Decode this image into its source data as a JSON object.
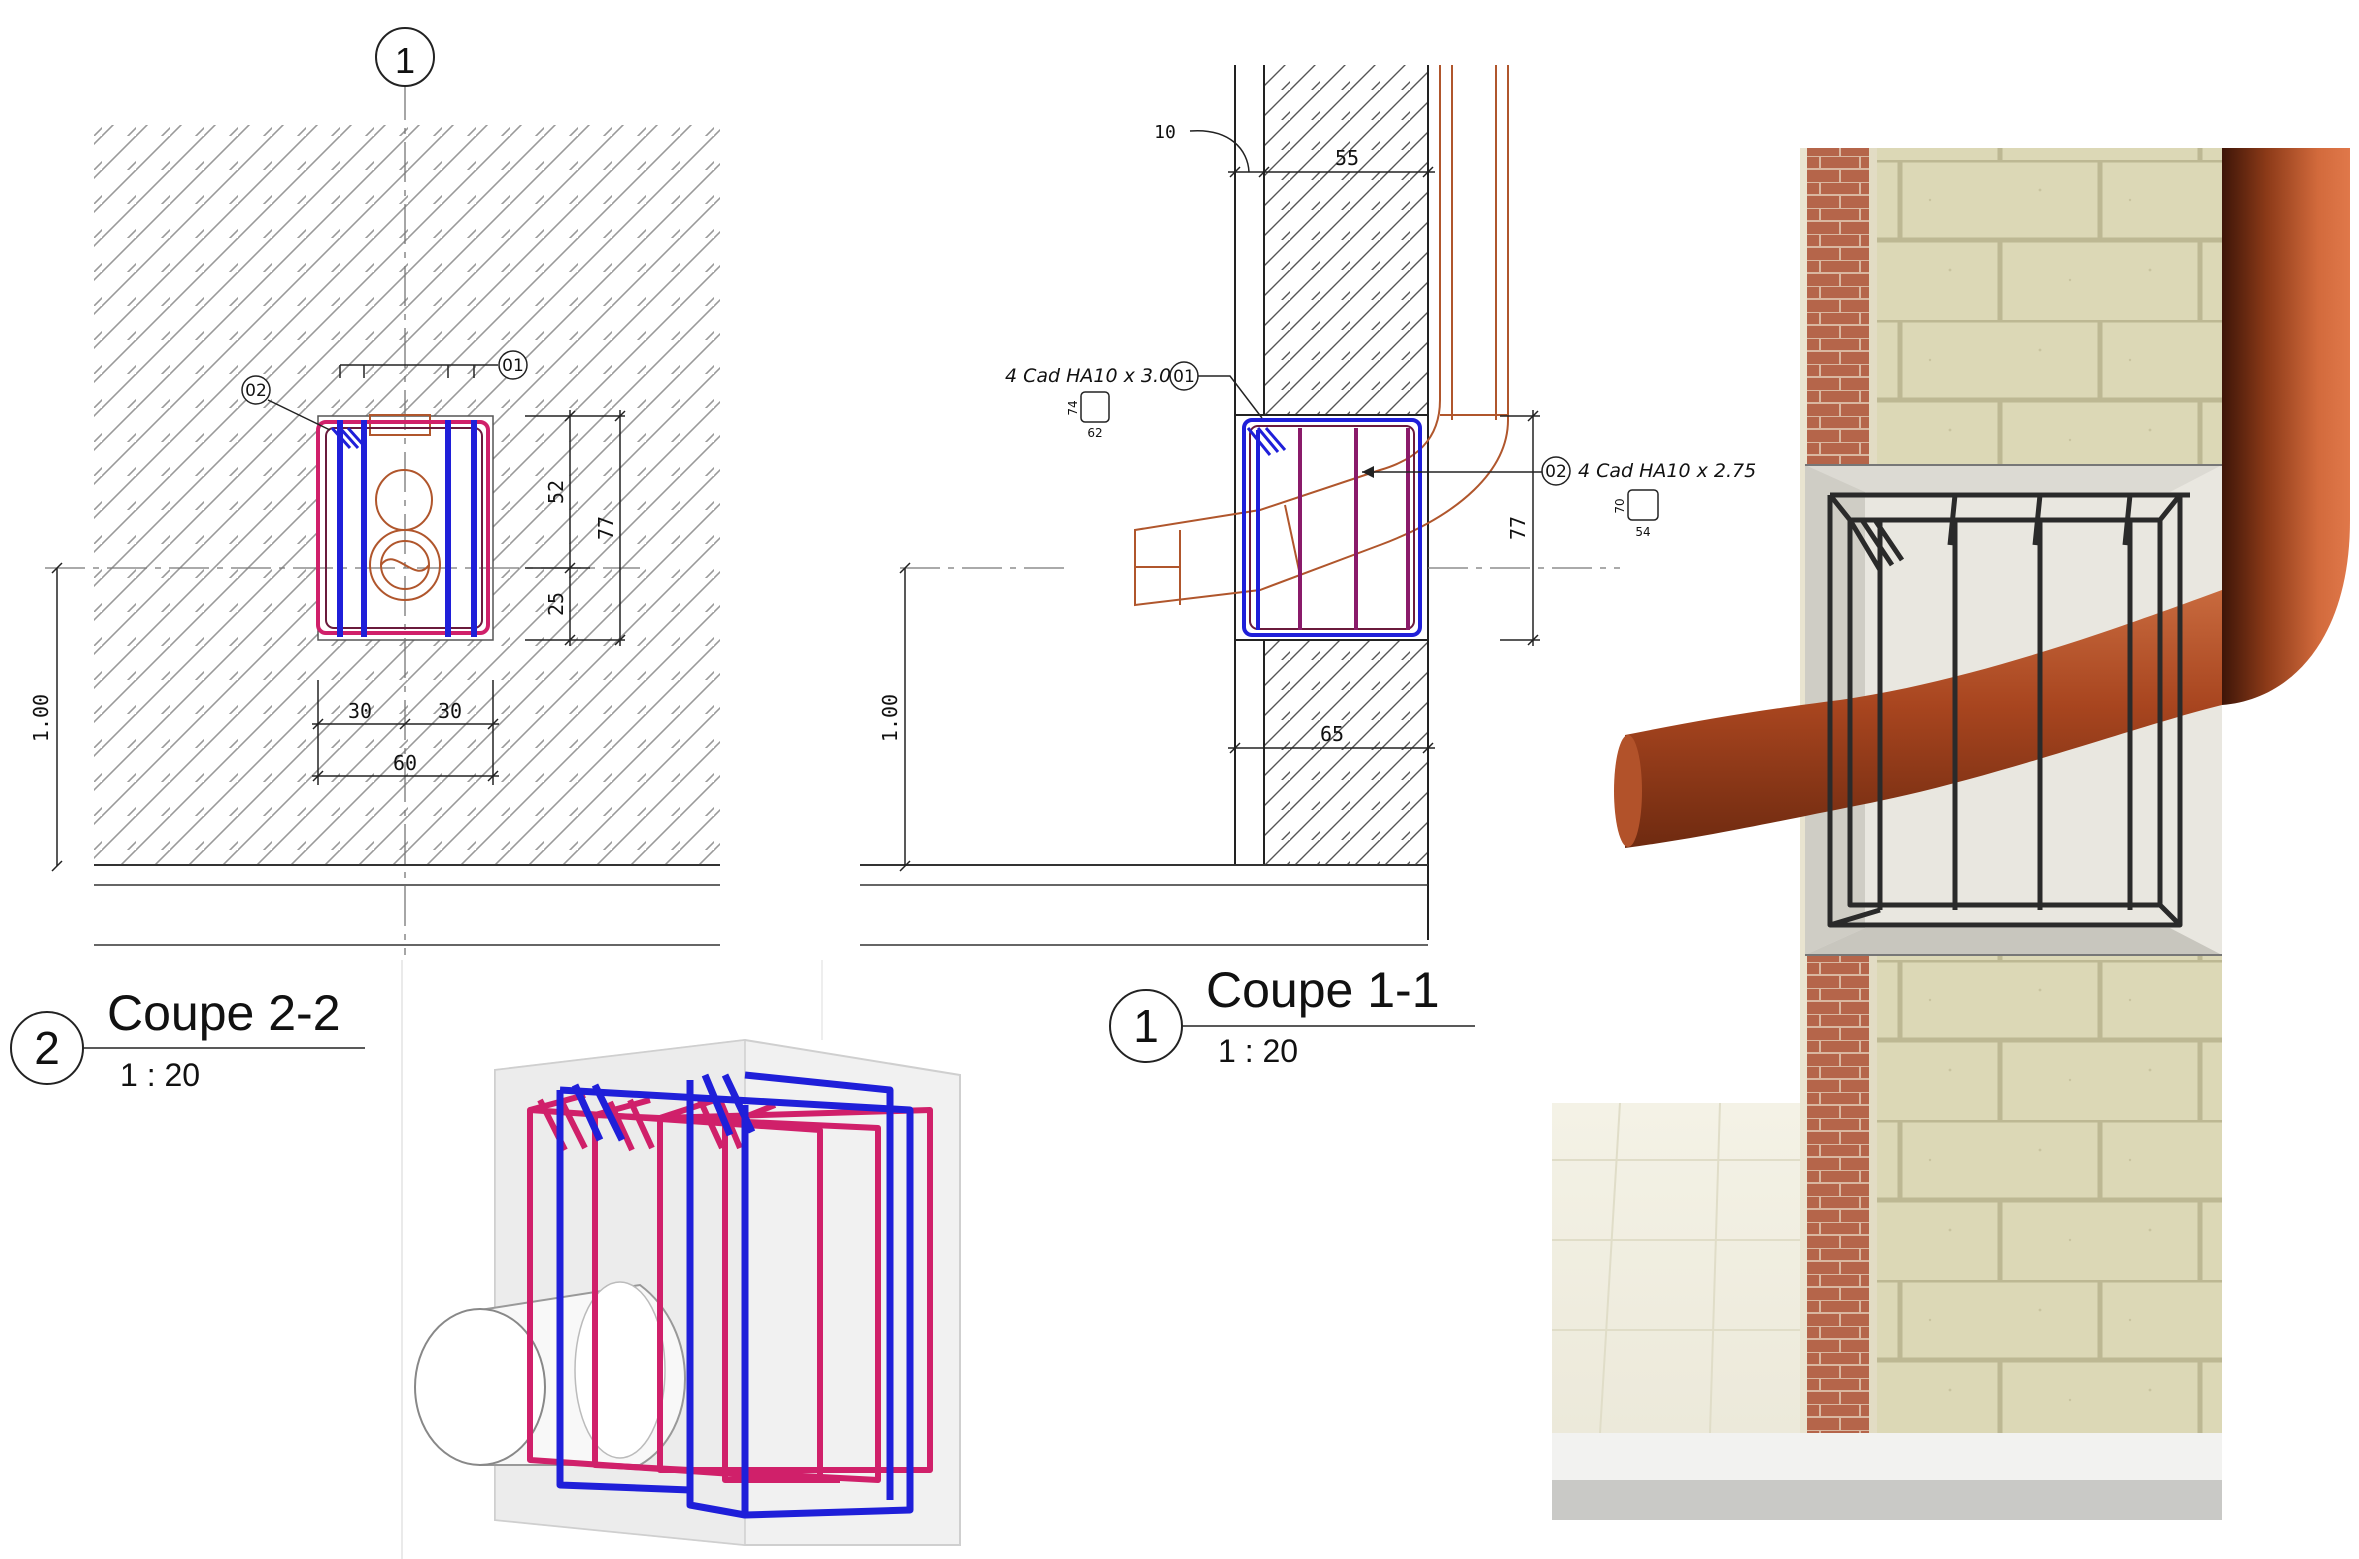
{
  "colors": {
    "stirrup_blue": "#1f1fd9",
    "stirrup_pink": "#d0206a",
    "pipe_outline": "#b0562c",
    "pipe_render": "#a8451f",
    "rebar_render": "#2a2a2a",
    "hatch": "#9a9a9a",
    "block_wall": "#ddd9b8",
    "brick": "#b86848"
  },
  "gridline_marker": "1",
  "section_2_2": {
    "title": "Coupe 2-2",
    "number": "2",
    "scale": "1 : 20",
    "tag_01": "01",
    "tag_02": "02",
    "dims": {
      "height_top": "52",
      "height_bottom": "25",
      "height_total": "77",
      "width_left": "30",
      "width_right": "30",
      "width_total": "60",
      "elevation": "1.00"
    }
  },
  "section_1_1": {
    "title": "Coupe 1-1",
    "number": "1",
    "scale": "1 : 20",
    "dims": {
      "offset": "10",
      "wall_top": "55",
      "wall_bottom": "65",
      "height_total": "77",
      "elevation": "1.00"
    },
    "rebar_01": {
      "tag": "01",
      "label": "4 Cad HA10 x 3.00",
      "shape_height": "74",
      "shape_width": "62"
    },
    "rebar_02": {
      "tag": "02",
      "label": "4 Cad HA10 x 2.75",
      "shape_height": "70",
      "shape_width": "54"
    }
  },
  "icons": {
    "iso_view": "rebar-cage-isometric",
    "render_view": "rebar-cage-render"
  }
}
